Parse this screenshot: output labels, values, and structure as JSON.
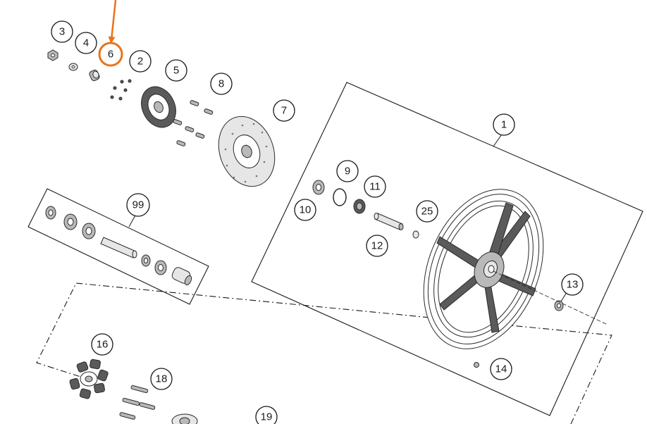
{
  "colors": {
    "highlight": "#e8731a",
    "line": "#1a1a1a"
  },
  "callouts": {
    "c1": "1",
    "c2": "2",
    "c3": "3",
    "c4": "4",
    "c5": "5",
    "c6": "6",
    "c7": "7",
    "c8": "8",
    "c9": "9",
    "c10": "10",
    "c11": "11",
    "c12": "12",
    "c13": "13",
    "c14": "14",
    "c16": "16",
    "c18": "18",
    "c19": "19",
    "c25": "25",
    "c99": "99"
  },
  "highlighted_part": "6"
}
